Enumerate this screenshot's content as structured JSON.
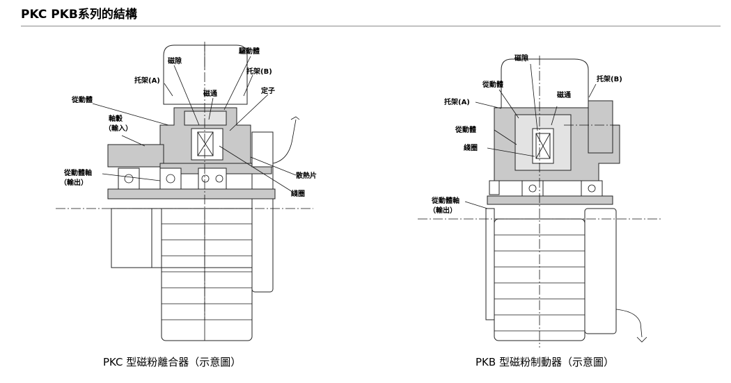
{
  "header": {
    "title": "PKC PKB系列的結構"
  },
  "left_diagram": {
    "caption": "PKC 型磁粉離合器（示意圖）",
    "labels": {
      "gap": "磁隙",
      "drive": "驅動體",
      "bracket_a": "托架(A)",
      "flux": "磁通",
      "bracket_b": "托架(B)",
      "stator": "定子",
      "driven": "從動體",
      "hub_1": "軸轂",
      "hub_2": "（輸入）",
      "shaft_1": "從動體軸",
      "shaft_2": "（輸出）",
      "heatsink": "散熱片",
      "coil": "綫圈"
    }
  },
  "right_diagram": {
    "caption": "PKB 型磁粉制動器（示意圖）",
    "labels": {
      "gap": "磁隙",
      "driven_top": "從動體",
      "flux": "磁通",
      "bracket_b": "托架(B)",
      "bracket_a": "托架(A)",
      "driven": "從動體",
      "coil": "綫圈",
      "shaft_1": "從動體軸",
      "shaft_2": "（輸出）"
    }
  }
}
